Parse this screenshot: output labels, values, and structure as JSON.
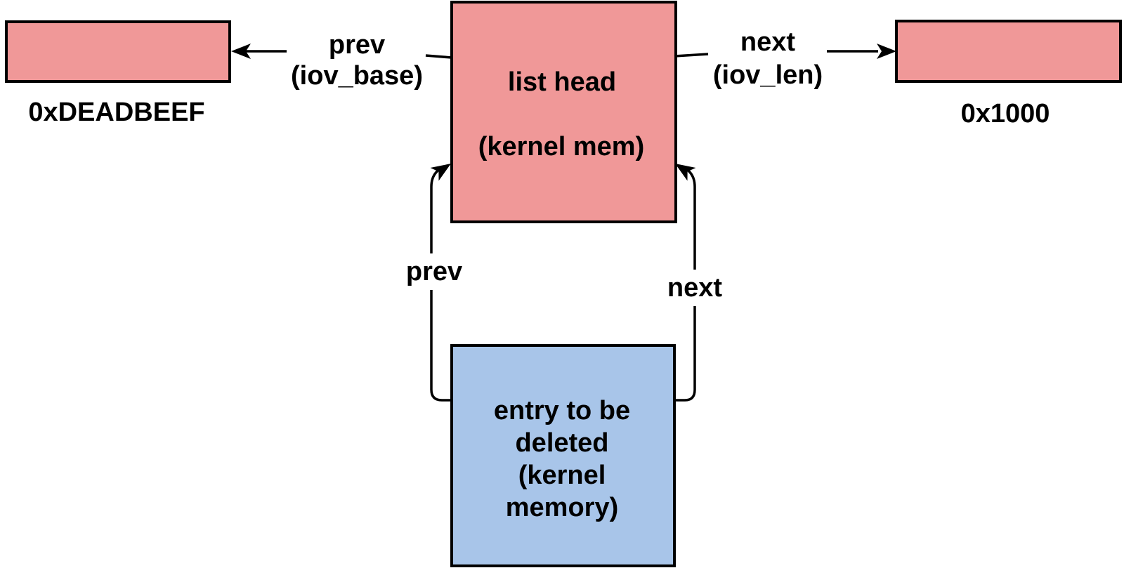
{
  "diagram": {
    "description": "linked list unlink diagram",
    "colors": {
      "node_pink": "#f09898",
      "node_blue": "#a8c5e9",
      "stroke": "#000000",
      "background": "#ffffff"
    },
    "nodes": {
      "left_target": {
        "label_below": "0xDEADBEEF"
      },
      "list_head": {
        "line1": "list head",
        "line2": "(kernel mem)"
      },
      "right_target": {
        "label_below": "0x1000"
      },
      "entry": {
        "line1": "entry to be",
        "line2": "deleted",
        "line3": "(kernel",
        "line4": "memory)"
      }
    },
    "edges": {
      "prev_iov_base": {
        "label_line1": "prev",
        "label_line2": "(iov_base)"
      },
      "next_iov_len": {
        "label_line1": "next",
        "label_line2": "(iov_len)"
      },
      "entry_prev": {
        "label": "prev"
      },
      "entry_next": {
        "label": "next"
      }
    }
  }
}
